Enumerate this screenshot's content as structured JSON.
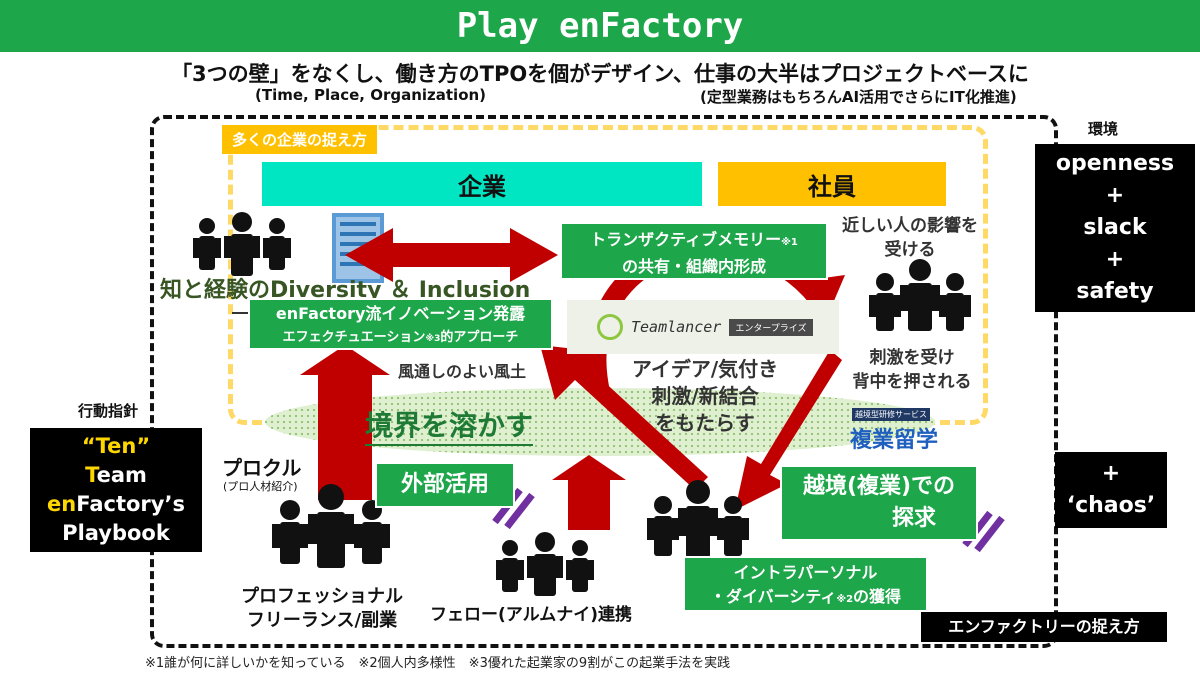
{
  "header": {
    "title": "Play enFactory"
  },
  "subtitle": {
    "main": "「3つの壁」をなくし、働き方のTPOを個がデザイン、仕事の大半はプロジェクトベースに",
    "tpo_note": "(Time, Place, Organization)",
    "it_note": "(定型業務はもちろんAI活用でさらにIT化推進)"
  },
  "inner": {
    "tag": "多くの企業の捉え方",
    "kigyo": "企業",
    "shain": "社員",
    "transactive_line1": "トランザクティブメモリー",
    "transactive_sup": "※1",
    "transactive_line2": "の共有・組織内形成",
    "diversity": "知と経験のDiversity ＆ Inclusion",
    "innovation_line1": "enFactory流イノベーション発露",
    "innovation_line2_a": "エフェクチュエーション",
    "innovation_sup": "※3",
    "innovation_line2_b": "的アプローチ",
    "kazetoushi": "風通しのよい風土",
    "influence": "近しい人の影響を\n受ける",
    "stimulus": "刺激を受け\n背中を押される",
    "idea": "アイデア/気付き\n刺激/新結合\nをもたらす",
    "teamlancer_name": "Teamlancer",
    "teamlancer_badge": "エンタープライズ",
    "fukugyo_small": "越境型研修サービス",
    "fukugyo": "複業留学"
  },
  "main": {
    "kyoukai": "境界を溶かす",
    "prokuru": "プロクル",
    "prokuru_sub": "(プロ人材紹介)",
    "gaibu": "外部活用",
    "ekkyou_line1": "越境(複業)での",
    "ekkyou_line2": "探求",
    "intra_line1": "イントラパーソナル",
    "intra_line2_a": "・ダイバーシティ",
    "intra_sup": "※2",
    "intra_line2_b": "の獲得",
    "professional": "プロフェッショナル\nフリーランス/副業",
    "fellow": "フェロー(アルムナイ)連携",
    "enfactory_view": "エンファクトリーの捉え方"
  },
  "left": {
    "label": "行動指針",
    "ten": "“Ten”",
    "team_t": "T",
    "team_rest": "eam",
    "en": "en",
    "factorys": "Factory’s",
    "playbook": "Playbook"
  },
  "right": {
    "label": "環境",
    "env": "openness\n+\nslack\n+\nsafety",
    "chaos": "+\n‘chaos’"
  },
  "footnote": "※1誰が何に詳しいかを知っている　※2個人内多様性　※3優れた起業家の9割がこの起業手法を実践",
  "colors": {
    "header_green": "#1ea64b",
    "cyan": "#00e6c3",
    "orange": "#ffc000",
    "red_arrow": "#c00000",
    "yellow_text": "#ffd700",
    "purple_mark": "#7030a0",
    "blue_text": "#1f5fbf"
  }
}
